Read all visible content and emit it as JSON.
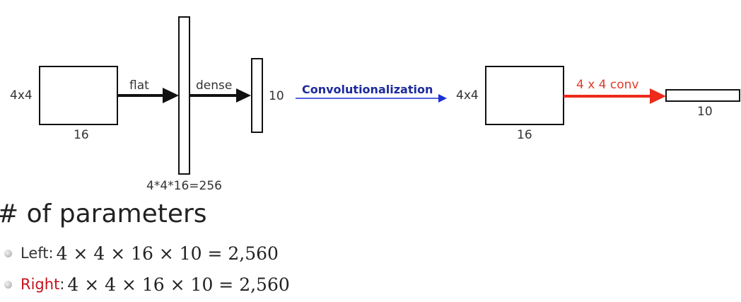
{
  "diagram": {
    "left": {
      "input_size_label": "4x4",
      "input_depth_label": "16",
      "flat_label": "flat",
      "flat_vector_label": "4*4*16=256",
      "dense_label": "dense",
      "output_label": "10"
    },
    "transform_label": "Convolutionalization",
    "right": {
      "input_size_label": "4x4",
      "input_depth_label": "16",
      "conv_label": "4 x 4 conv",
      "output_label": "10"
    },
    "colors": {
      "transform_arrow": "#1c2fd8",
      "conv_arrow": "#ee2a1b",
      "conv_label": "#e23a2a",
      "right_label": "#c4121c"
    }
  },
  "params": {
    "title": "# of parameters",
    "items": [
      {
        "label": "Left",
        "colon": ":",
        "formula": "4 × 4 × 16 × 10 = 2,560"
      },
      {
        "label": "Right",
        "colon": ":",
        "formula": "4 × 4 × 16 × 10 = 2,560"
      }
    ]
  }
}
